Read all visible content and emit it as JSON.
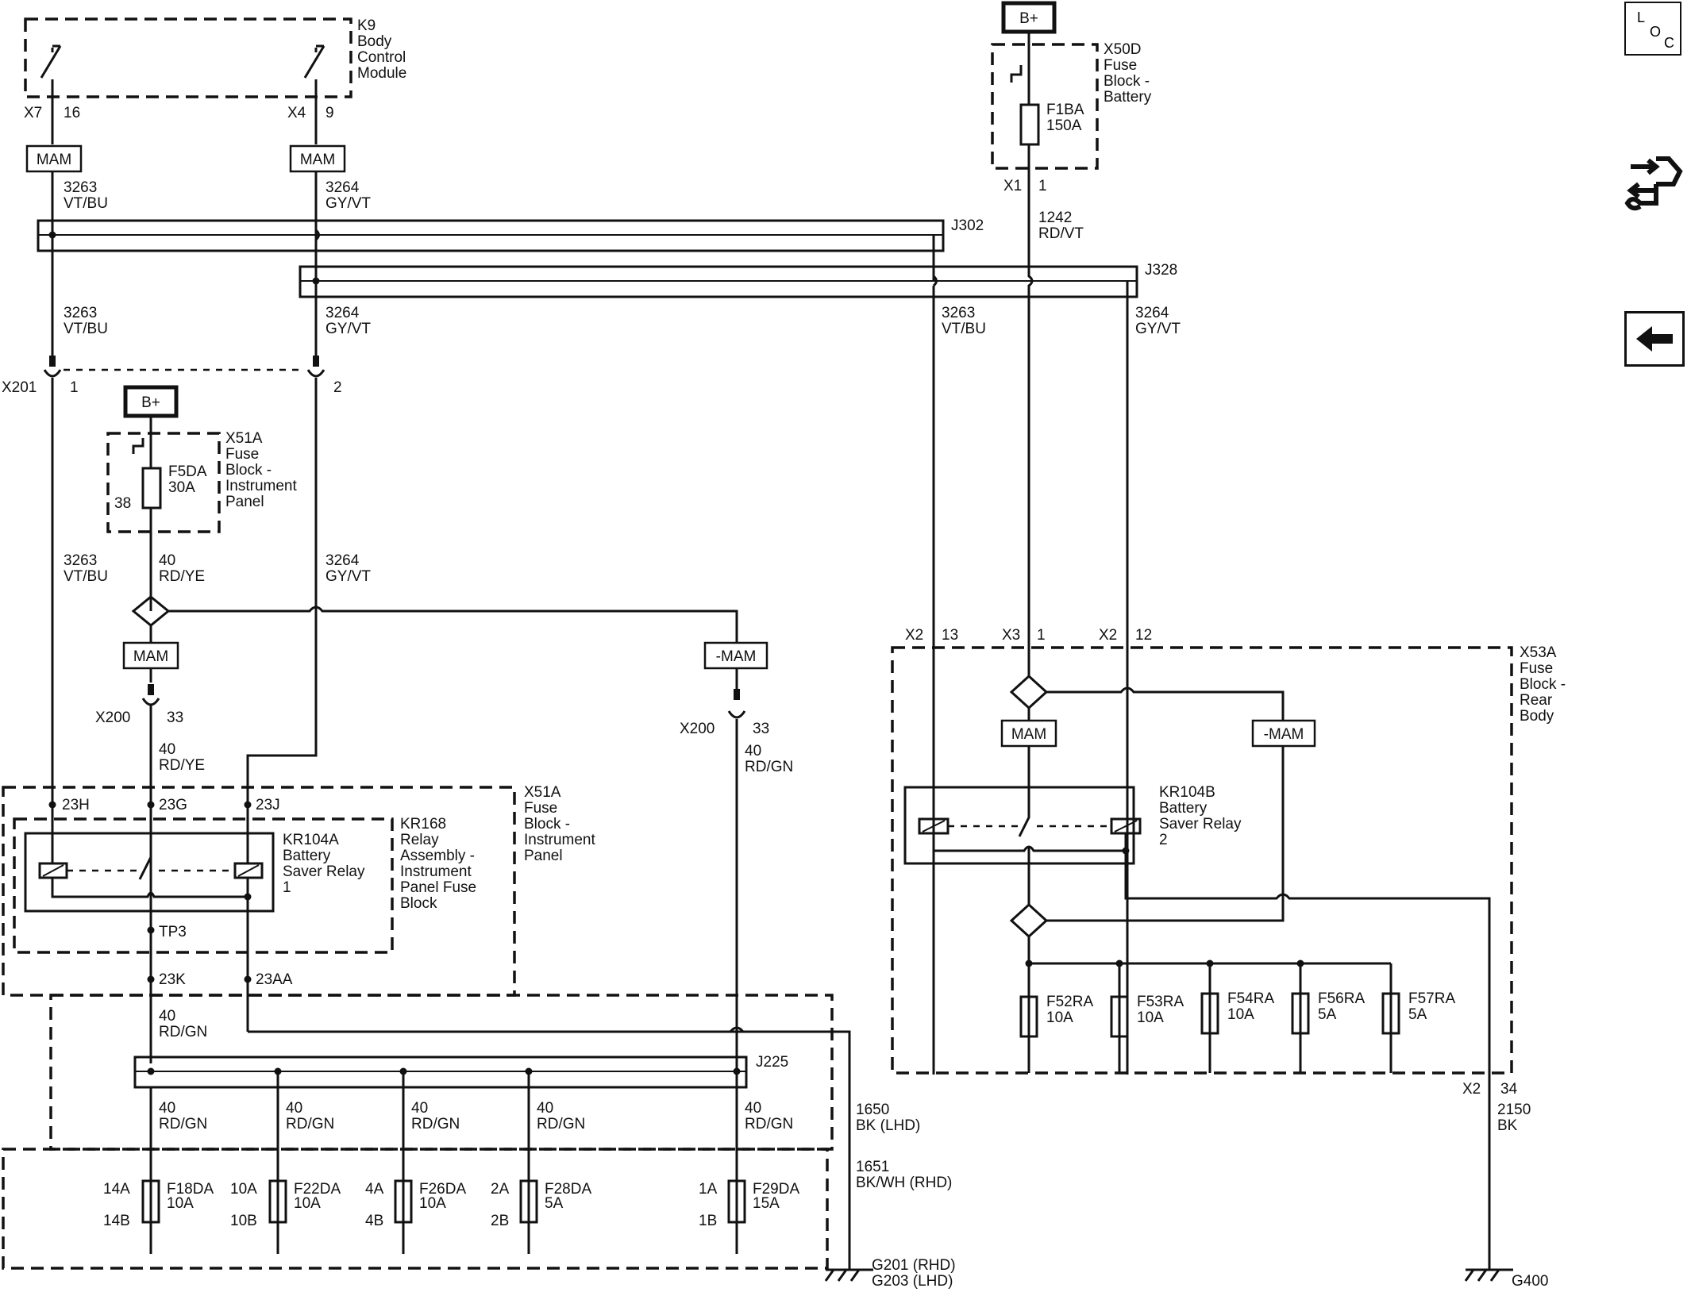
{
  "modules": {
    "k9": {
      "ref": "K9",
      "lines": [
        "Body",
        "Control",
        "Module"
      ]
    },
    "x50d": {
      "ref": "X50D",
      "lines": [
        "Fuse",
        "Block -",
        "Battery"
      ]
    },
    "x51a_top": {
      "ref": "X51A",
      "lines": [
        "Fuse",
        "Block -",
        "Instrument",
        "Panel"
      ]
    },
    "x51a_mid": {
      "ref": "X51A",
      "lines": [
        "Fuse",
        "Block -",
        "Instrument",
        "Panel"
      ]
    },
    "x53a": {
      "ref": "X53A",
      "lines": [
        "Fuse",
        "Block -",
        "Rear",
        "Body"
      ]
    },
    "kr168": {
      "ref": "KR168",
      "lines": [
        "Relay",
        "Assembly -",
        "Instrument",
        "Panel Fuse",
        "Block"
      ]
    },
    "kr104a": {
      "ref": "KR104A",
      "lines": [
        "Battery",
        "Saver Relay",
        "1"
      ]
    },
    "kr104b": {
      "ref": "KR104B",
      "lines": [
        "Battery",
        "Saver Relay",
        "2"
      ]
    }
  },
  "power": {
    "bplus": "B+"
  },
  "mam_labels": {
    "mam": "MAM",
    "neg_mam": "-MAM"
  },
  "splices": {
    "j302": "J302",
    "j328": "J328",
    "j225": "J225"
  },
  "connectors": {
    "x7": "X7",
    "x7_pin": "16",
    "x4": "X4",
    "x4_pin": "9",
    "x1": "X1",
    "x1_pin": "1",
    "x201": "X201",
    "x201_pin1": "1",
    "x201_pin2": "2",
    "x200": "X200",
    "x200_pin": "33",
    "x2": "X2",
    "x2_pin13": "13",
    "x2_pin12": "12",
    "x2_pin34": "34",
    "x3": "X3",
    "x3_pin": "1",
    "pin_38": "38",
    "p23h": "23H",
    "p23g": "23G",
    "p23j": "23J",
    "tp3": "TP3",
    "p23k": "23K",
    "p23aa": "23AA"
  },
  "wires": {
    "w3263": "3263",
    "vt_bu": "VT/BU",
    "w3264": "3264",
    "gy_vt": "GY/VT",
    "w1242": "1242",
    "rd_vt": "RD/VT",
    "w40": "40",
    "rd_ye": "RD/YE",
    "rd_gn": "RD/GN",
    "w1650": "1650",
    "bk_lhd": "BK      (LHD)",
    "w1651": "1651",
    "bkwh_rhd": "BK/WH (RHD)",
    "w2150": "2150",
    "bk": "BK"
  },
  "fuses": {
    "f1ba": {
      "name": "F1BA",
      "rating": "150A"
    },
    "f5da": {
      "name": "F5DA",
      "rating": "30A"
    },
    "f18da": {
      "name": "F18DA",
      "rating": "10A",
      "in": "14A",
      "out": "14B"
    },
    "f22da": {
      "name": "F22DA",
      "rating": "10A",
      "in": "10A",
      "out": "10B"
    },
    "f26da": {
      "name": "F26DA",
      "rating": "10A",
      "in": "4A",
      "out": "4B"
    },
    "f28da": {
      "name": "F28DA",
      "rating": "5A",
      "in": "2A",
      "out": "2B"
    },
    "f29da": {
      "name": "F29DA",
      "rating": "15A",
      "in": "1A",
      "out": "1B"
    },
    "f52ra": {
      "name": "F52RA",
      "rating": "10A"
    },
    "f53ra": {
      "name": "F53RA",
      "rating": "10A"
    },
    "f54ra": {
      "name": "F54RA",
      "rating": "10A"
    },
    "f56ra": {
      "name": "F56RA",
      "rating": "5A"
    },
    "f57ra": {
      "name": "F57RA",
      "rating": "5A"
    }
  },
  "grounds": {
    "g201": "G201 (RHD)",
    "g203": "G203 (LHD)",
    "g400": "G400"
  },
  "sidebar": {
    "loc_l": "L",
    "loc_o": "O",
    "loc_c": "C"
  }
}
